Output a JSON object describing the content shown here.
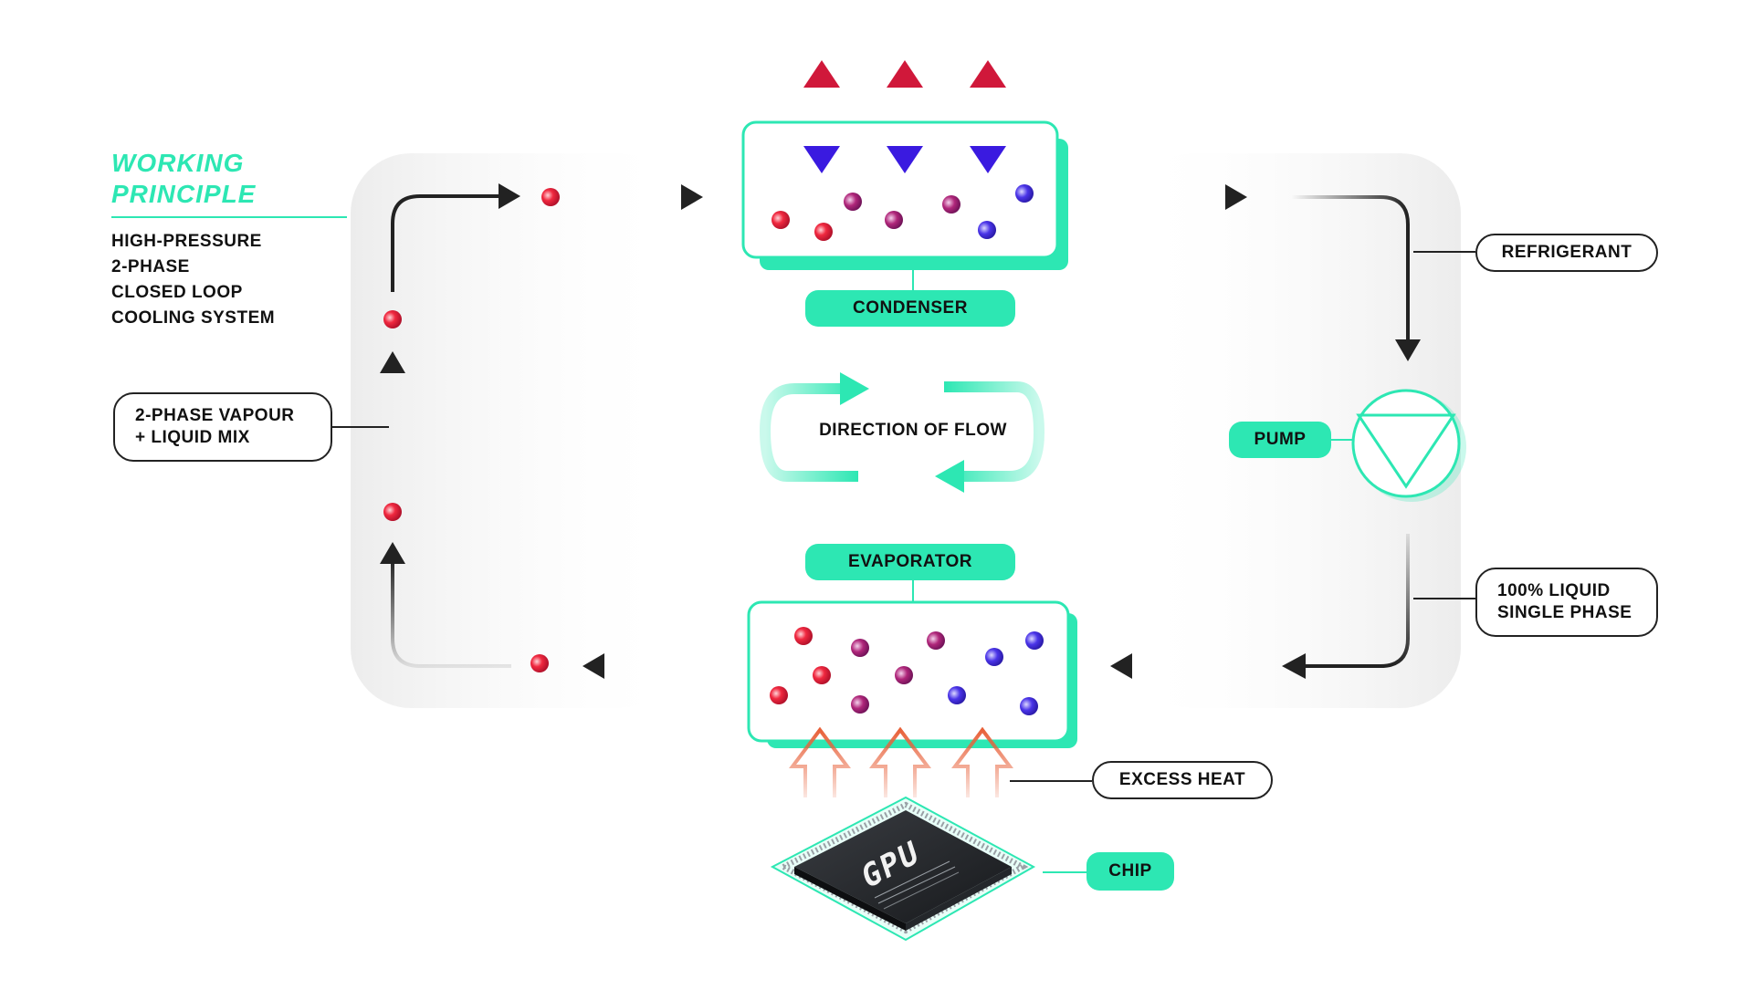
{
  "title": {
    "line1": "WORKING",
    "line2": "PRINCIPLE"
  },
  "subtitle": {
    "line1": "HIGH-PRESSURE",
    "line2": "2-PHASE",
    "line3": "CLOSED LOOP",
    "line4": "COOLING SYSTEM"
  },
  "labels": {
    "condenser": "CONDENSER",
    "evaporator": "EVAPORATOR",
    "pump": "PUMP",
    "chip": "CHIP",
    "refrigerant": "REFRIGERANT",
    "liquid_line1": "100% LIQUID",
    "liquid_line2": "SINGLE PHASE",
    "vapour_line1": "2-PHASE VAPOUR",
    "vapour_line2": "+ LIQUID MIX",
    "excess_heat": "EXCESS HEAT",
    "direction": "DIRECTION OF FLOW",
    "gpu": "GPU"
  },
  "colors": {
    "accent": "#2de7b3",
    "hot": "#e8213a",
    "cold": "#3a2ee0",
    "heat_arrow": "#e8613a",
    "line": "#222222"
  }
}
